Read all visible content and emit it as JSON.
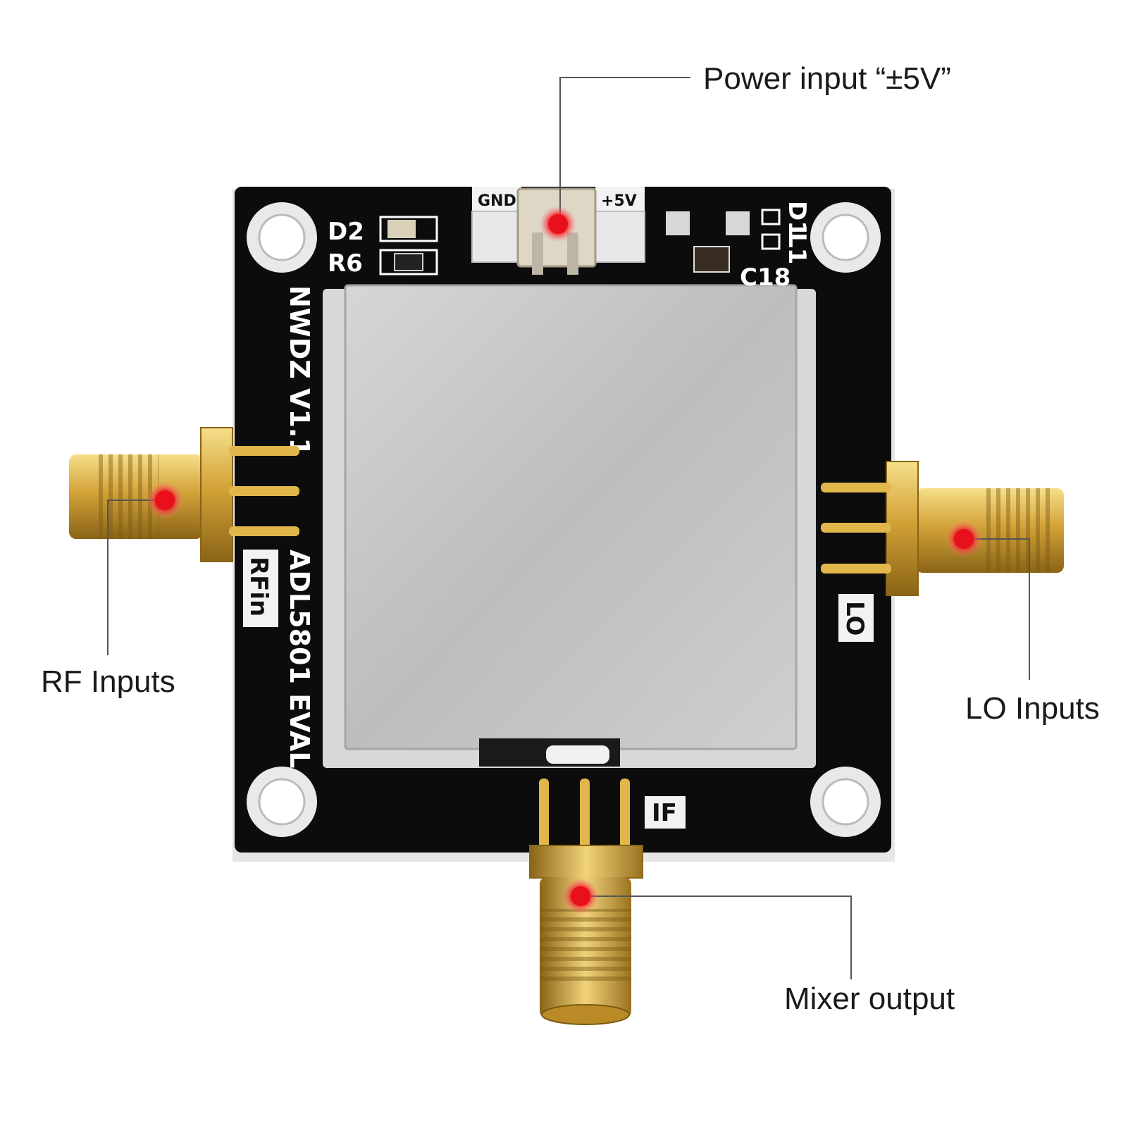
{
  "callouts": {
    "power": "Power input “±5V”",
    "rf": "RF Inputs",
    "lo": "LO Inputs",
    "mixer": "Mixer output"
  },
  "board": {
    "d2": "D2",
    "r6": "R6",
    "gnd": "GND",
    "plus5v": "+5V",
    "d1": "D1",
    "l1": "L1",
    "c18": "C18",
    "nwdz": "NWDZ V1.1",
    "adl": "ADL5801 EVAL",
    "rfin": "RFin",
    "lo": "LO",
    "if": "IF"
  },
  "colors": {
    "pcb": "#0c0c0c",
    "shield": "#c9c9c9",
    "gold": "#d7a93a",
    "marker": "#e8101a",
    "leader": "#555555"
  }
}
